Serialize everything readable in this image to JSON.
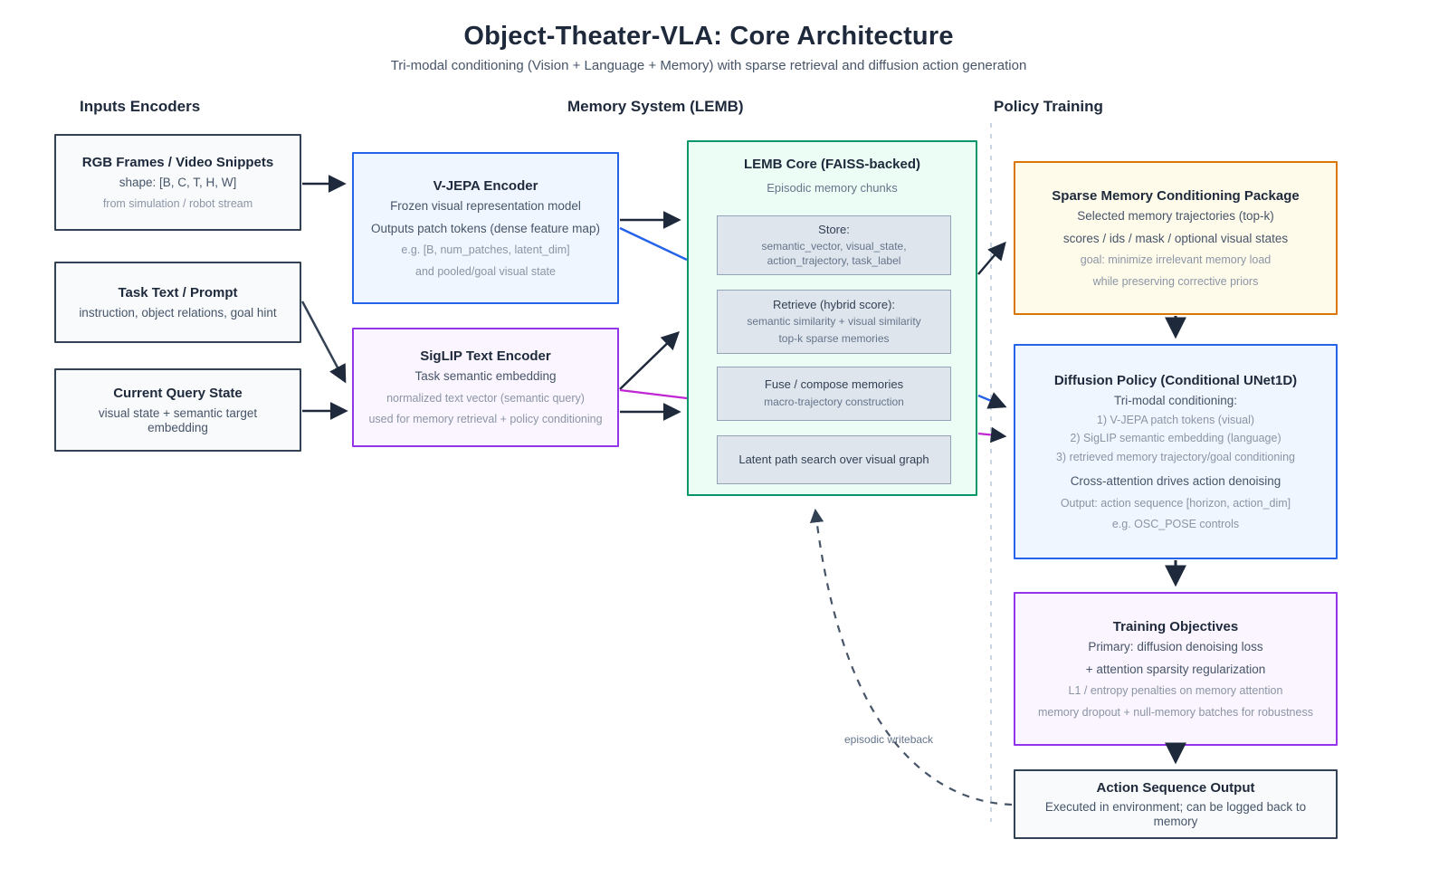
{
  "header": {
    "title": "Object-Theater-VLA: Core Architecture",
    "subtitle": "Tri-modal conditioning (Vision + Language + Memory) with sparse retrieval and diffusion action generation"
  },
  "sections": {
    "inputs": "Inputs Encoders",
    "memory": "Memory System (LEMB)",
    "policy": "Policy Training"
  },
  "nodes": {
    "rgb_frames": {
      "title": "RGB Frames / Video Snippets",
      "line1": "shape: [B, C, T, H, W]",
      "line2": "from simulation / robot stream"
    },
    "task_text": {
      "title": "Task Text / Prompt",
      "line1": "instruction, object relations, goal hint"
    },
    "query_state": {
      "title": "Current Query State",
      "line1": "visual state + semantic target embedding"
    },
    "vjepa": {
      "title": "V-JEPA Encoder",
      "line1": "Frozen visual representation model",
      "line2": "Outputs patch tokens (dense feature map)",
      "line3": "e.g. [B, num_patches, latent_dim]",
      "line4": "and pooled/goal visual state"
    },
    "siglip": {
      "title": "SigLIP Text Encoder",
      "line1": "Task semantic embedding",
      "line2": "normalized text vector (semantic query)",
      "line3": "used for memory retrieval + policy conditioning"
    },
    "lemb": {
      "title": "LEMB Core (FAISS-backed)",
      "subtitle": "Episodic memory chunks",
      "store": {
        "title": "Store:",
        "line1": "semantic_vector, visual_state, action_trajectory, task_label"
      },
      "retrieve": {
        "title": "Retrieve (hybrid score):",
        "line1": "semantic similarity + visual similarity",
        "line2": "top-k sparse memories"
      },
      "fuse": {
        "title": "Fuse / compose memories",
        "line1": "macro-trajectory construction"
      },
      "latent": {
        "title": "Latent path search over visual graph"
      }
    },
    "sparse_memory": {
      "title": "Sparse Memory Conditioning Package",
      "line1": "Selected memory trajectories (top-k)",
      "line2": "scores / ids / mask / optional visual states",
      "line3": "goal: minimize irrelevant memory load",
      "line4": "while preserving corrective priors"
    },
    "diffusion_policy": {
      "title": "Diffusion Policy (Conditional UNet1D)",
      "line1": "Tri-modal conditioning:",
      "line2": "1) V-JEPA patch tokens (visual)",
      "line3": "2) SigLIP semantic embedding (language)",
      "line4": "3) retrieved memory trajectory/goal conditioning",
      "line5": "Cross-attention drives action denoising",
      "line6": "Output: action sequence [horizon, action_dim]",
      "line7": "e.g. OSC_POSE controls"
    },
    "training_objectives": {
      "title": "Training Objectives",
      "line1": "Primary: diffusion denoising loss",
      "line2": "+ attention sparsity regularization",
      "line3": "L1 / entropy penalties on memory attention",
      "line4": "memory dropout + null-memory batches for robustness"
    },
    "action_output": {
      "title": "Action Sequence Output",
      "line1": "Executed in environment; can be logged back to memory"
    }
  },
  "edges": {
    "writeback_label": "episodic writeback"
  },
  "colors": {
    "arrow_dark": "#1e293b",
    "vision_blue": "#2563eb",
    "language_magenta": "#c026d3",
    "memory_green": "#059669",
    "sparse_orange": "#d97706",
    "purple": "#9333ea",
    "neutral_border": "#334155"
  }
}
